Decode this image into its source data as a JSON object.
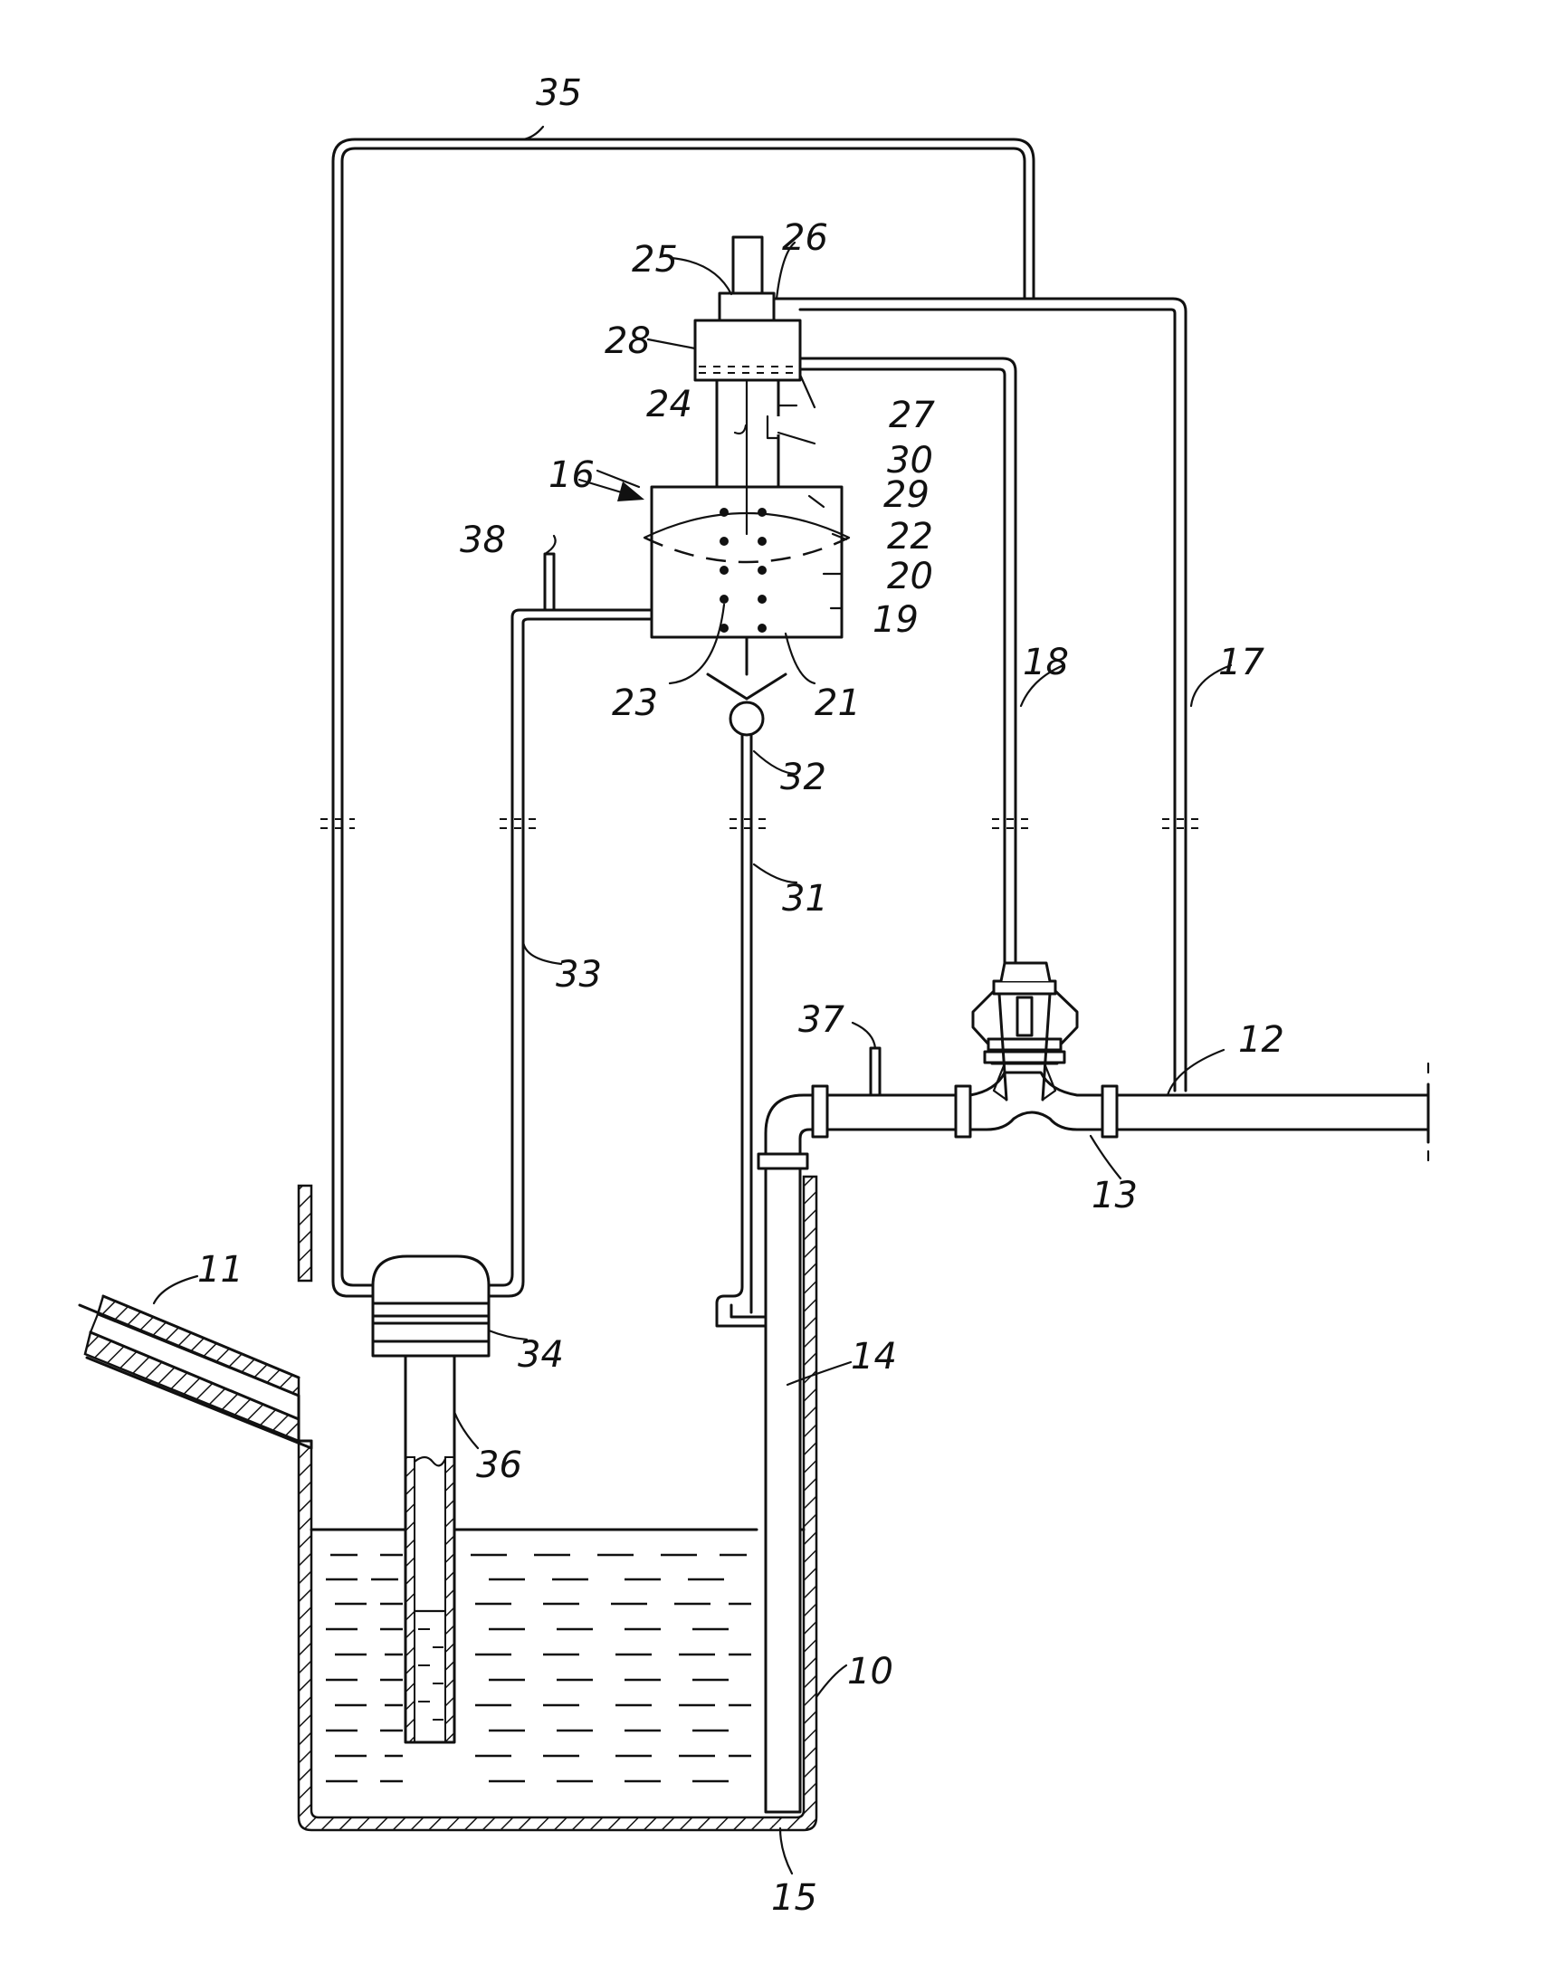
{
  "labels": {
    "l10": "10",
    "l11": "11",
    "l12": "12",
    "l13": "13",
    "l14": "14",
    "l15": "15",
    "l16": "16",
    "l17": "17",
    "l18": "18",
    "l19": "19",
    "l20": "20",
    "l21": "21",
    "l22": "22",
    "l23": "23",
    "l24": "24",
    "l25": "25",
    "l26": "26",
    "l27": "27",
    "l28": "28",
    "l29": "29",
    "l30": "30",
    "l31": "31",
    "l32": "32",
    "l33": "33",
    "l34": "34",
    "l35": "35",
    "l36": "36",
    "l37": "37",
    "l38": "38"
  }
}
